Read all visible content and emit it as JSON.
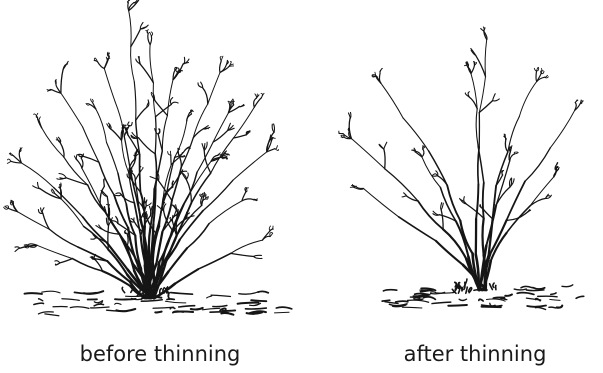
{
  "panels": [
    {
      "id": "before",
      "caption": "before thinning"
    },
    {
      "id": "after",
      "caption": "after thinning"
    }
  ],
  "colors": {
    "ink": "#151515",
    "background": "#ffffff"
  }
}
